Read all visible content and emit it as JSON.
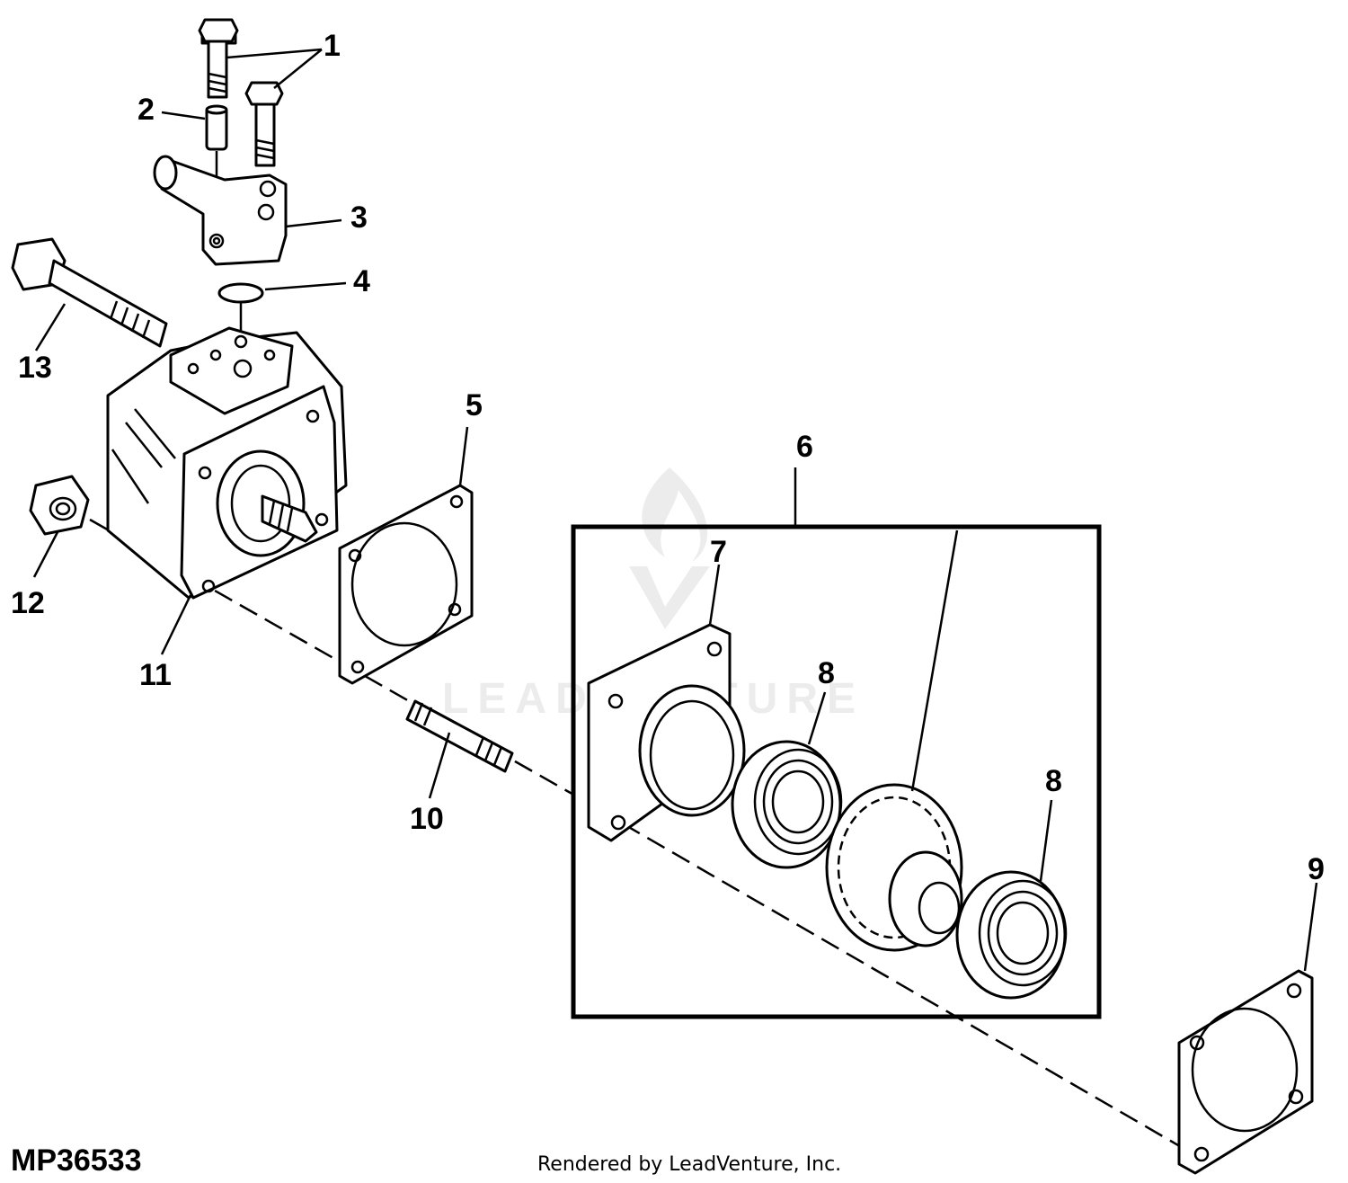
{
  "diagram": {
    "drawing_code": "MP36533",
    "credit": "Rendered by LeadVenture, Inc.",
    "watermark": "LEADVENTURE",
    "callouts": [
      "1",
      "2",
      "3",
      "4",
      "5",
      "6",
      "7",
      "8",
      "8",
      "9",
      "10",
      "11",
      "12",
      "13"
    ]
  }
}
